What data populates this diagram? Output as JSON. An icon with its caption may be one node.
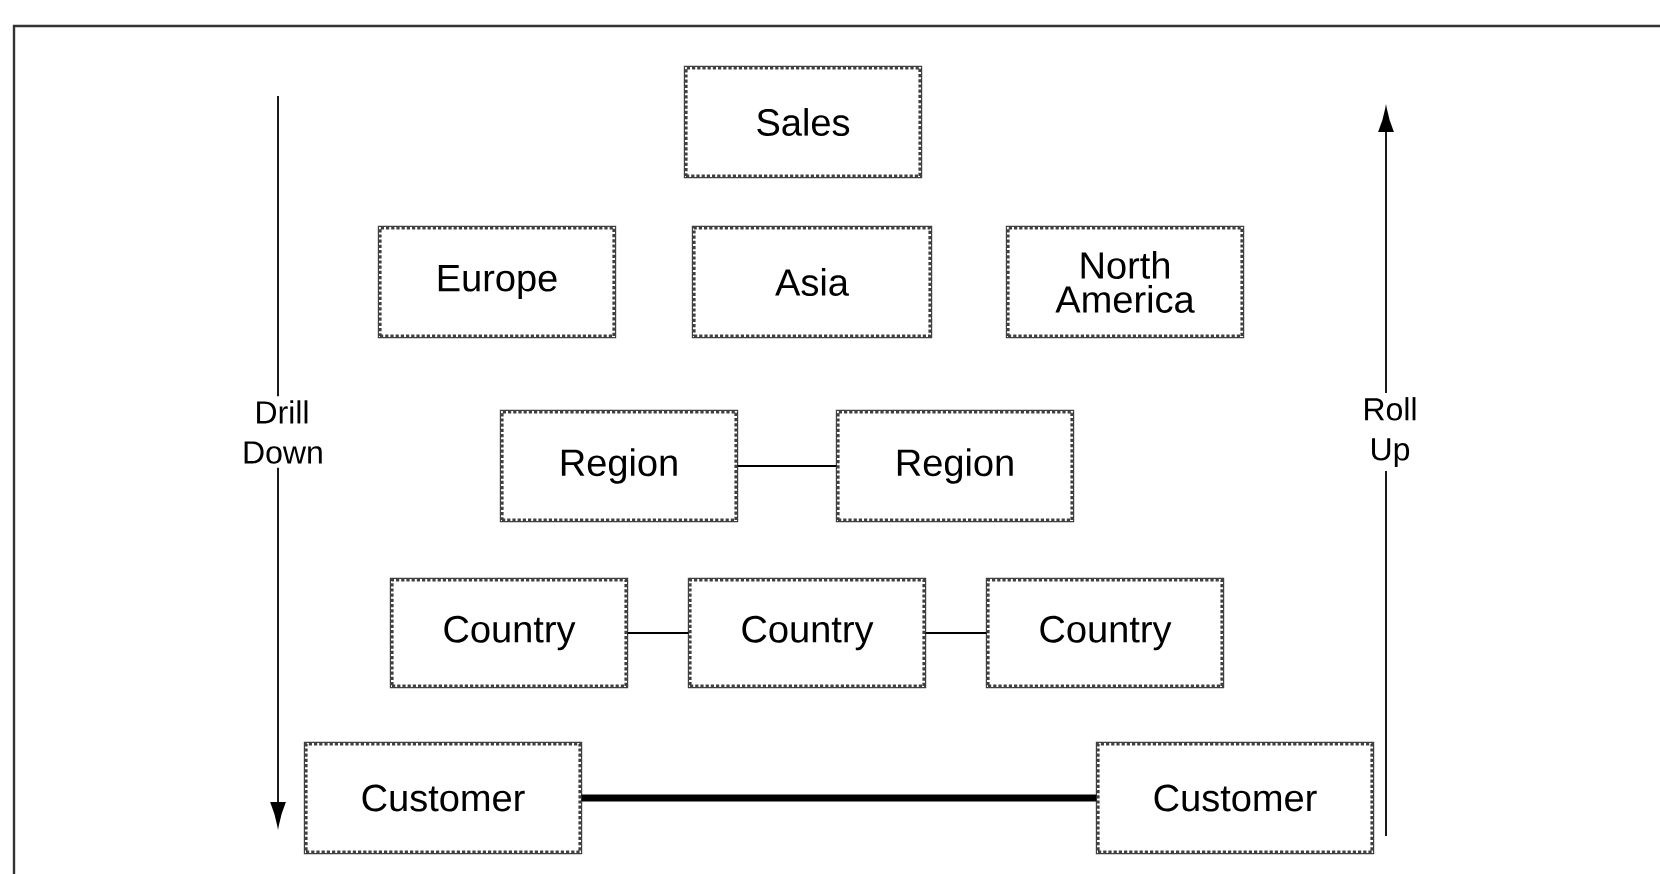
{
  "diagram": {
    "nodes": [
      {
        "text": [
          "Sales"
        ]
      },
      {
        "text": [
          "Europe"
        ]
      },
      {
        "text": [
          "Asia"
        ]
      },
      {
        "text": [
          "North America"
        ]
      },
      {
        "text": [
          "Region"
        ]
      },
      {
        "text": [
          "Region"
        ]
      },
      {
        "text": [
          "Country"
        ]
      },
      {
        "text": [
          "Country"
        ]
      },
      {
        "text": [
          "Country"
        ]
      },
      {
        "text": [
          "Customer"
        ]
      },
      {
        "text": [
          "Customer"
        ]
      }
    ],
    "edges": [
      {
        "from": 4,
        "to": 5,
        "arrow": "none"
      },
      {
        "from": 6,
        "to": 7,
        "arrow": "none"
      },
      {
        "from": 7,
        "to": 8,
        "arrow": "none"
      },
      {
        "from": 9,
        "to": 10,
        "arrow": "none",
        "style": "thick"
      }
    ],
    "labels": [
      "Drill Down",
      "Roll Up"
    ]
  }
}
